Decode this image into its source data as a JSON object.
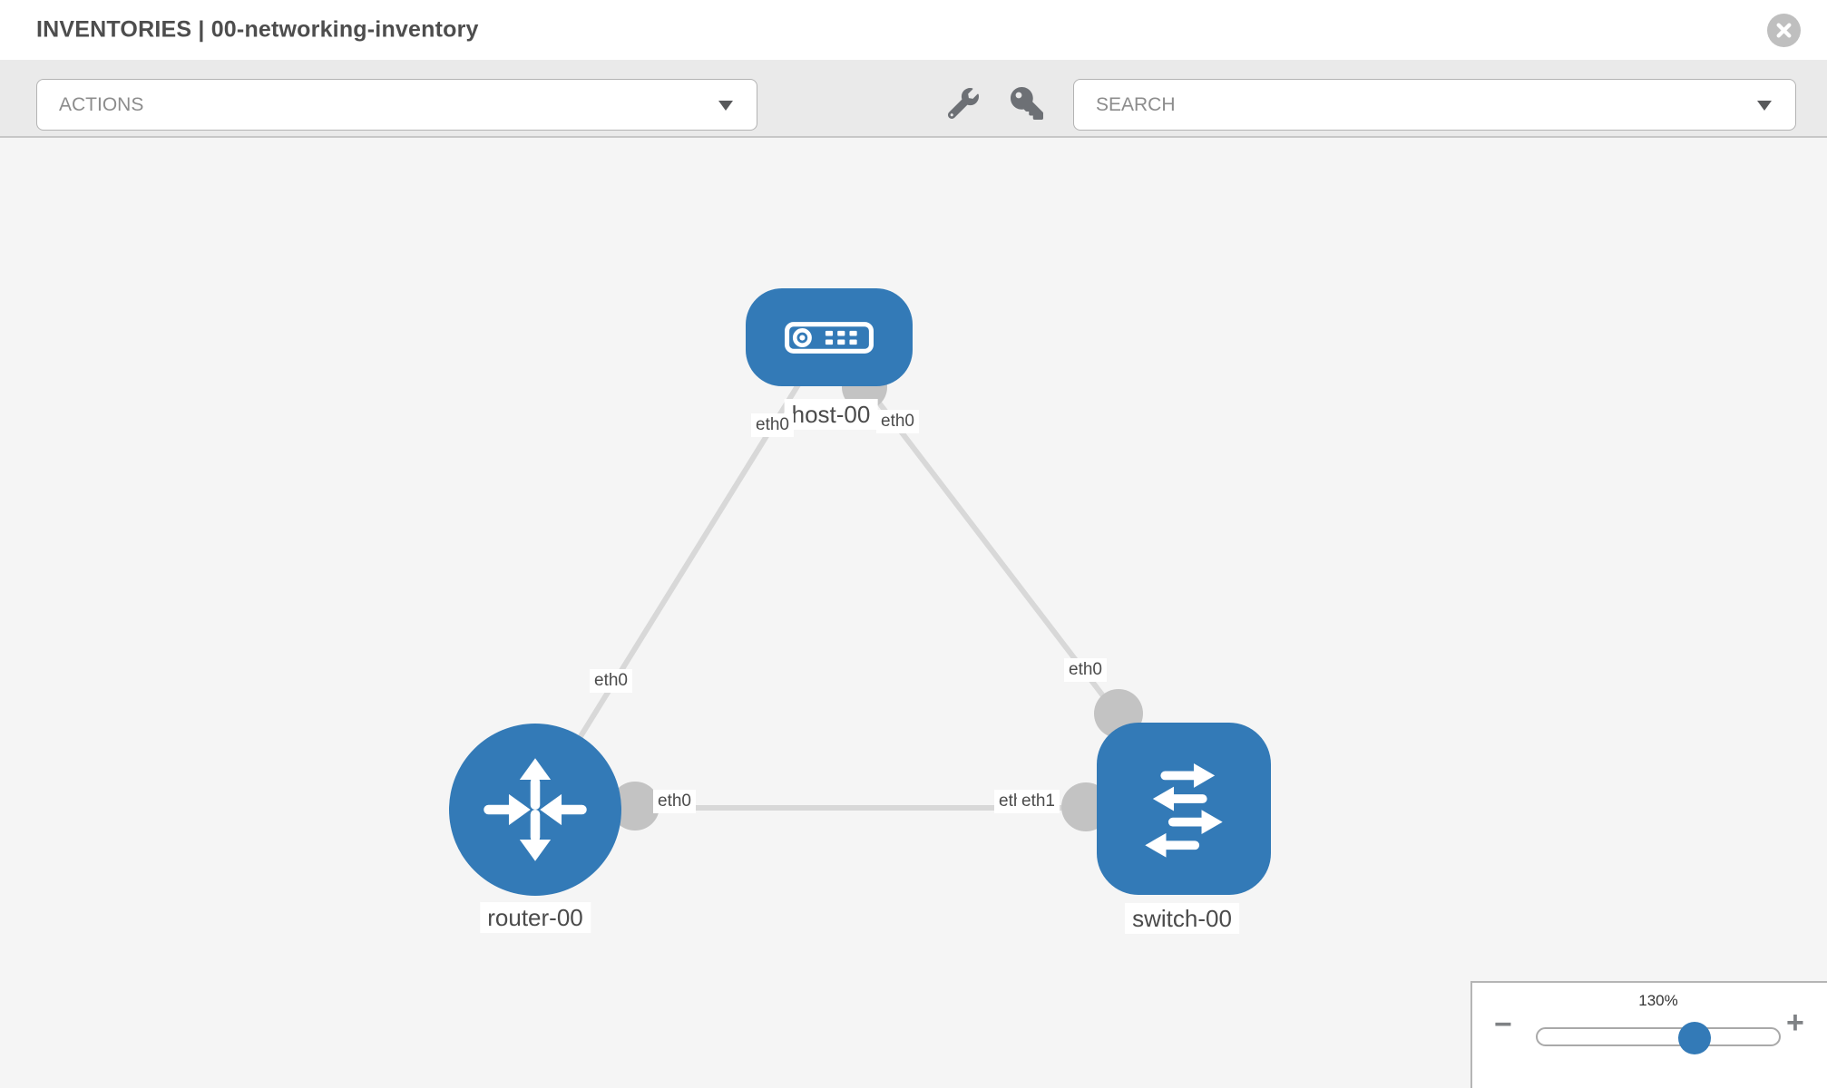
{
  "header": {
    "title": "INVENTORIES | 00-networking-inventory"
  },
  "toolbar": {
    "actions_label": "ACTIONS",
    "search_placeholder": "SEARCH",
    "icons": [
      "wrench-icon",
      "key-icon"
    ]
  },
  "topology": {
    "nodes": [
      {
        "label": "host-00",
        "type": "host"
      },
      {
        "label": "router-00",
        "type": "router"
      },
      {
        "label": "switch-00",
        "type": "switch"
      }
    ],
    "links": [
      {
        "from": "host-00",
        "to": "router-00"
      },
      {
        "from": "host-00",
        "to": "switch-00"
      },
      {
        "from": "router-00",
        "to": "switch-00"
      }
    ],
    "iface_labels": {
      "host_left": "eth0",
      "host_right": "eth0",
      "host_router_link": "eth0",
      "host_switch_link": "eth0",
      "router_port": "eth0",
      "switch_port_under": "eth0",
      "switch_port": "eth1"
    }
  },
  "zoom_control": {
    "level": "130%",
    "minus_label": "−",
    "plus_label": "+"
  },
  "colors": {
    "node_blue": "#337ab7",
    "link_gray": "#d8d8d8",
    "port_gray": "#c3c3c3",
    "toolbar_gray": "#eaeaea",
    "canvas_gray": "#f5f5f5"
  }
}
